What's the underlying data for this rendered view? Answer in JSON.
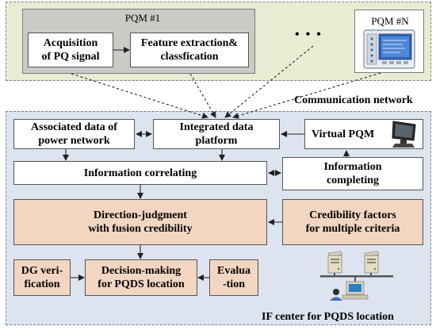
{
  "top_region": {
    "pqm1_title": "PQM #1",
    "acquisition_label": "Acquisition\nof PQ signal",
    "feature_label": "Feature extraction&\nclassfication",
    "ellipsis": "• • •",
    "pqmn_title": "PQM #N"
  },
  "network_label": "Communication network",
  "bottom_region": {
    "associated_data": "Associated data of\npower network",
    "integrated_platform": "Integrated data\nplatform",
    "virtual_pqm": "Virtual PQM",
    "info_correlating": "Information correlating",
    "info_completing": "Information\ncompleting",
    "direction_judgment": "Direction-judgment\nwith fusion credibility",
    "credibility_factors": "Credibility factors\nfor multiple criteria",
    "dg_verification": "DG veri-\nfication",
    "decision_making": "Decision-making\nfor PQDS location",
    "evaluation": "Evalua\n-tion",
    "center_label": "IF center for PQDS location"
  },
  "colors": {
    "top_region_fill": "#e7ecd3",
    "bottom_region_fill": "#dde4f0",
    "pqm1_fill": "#c9cbc6",
    "highlight_box_fill": "#f2d6c1"
  }
}
